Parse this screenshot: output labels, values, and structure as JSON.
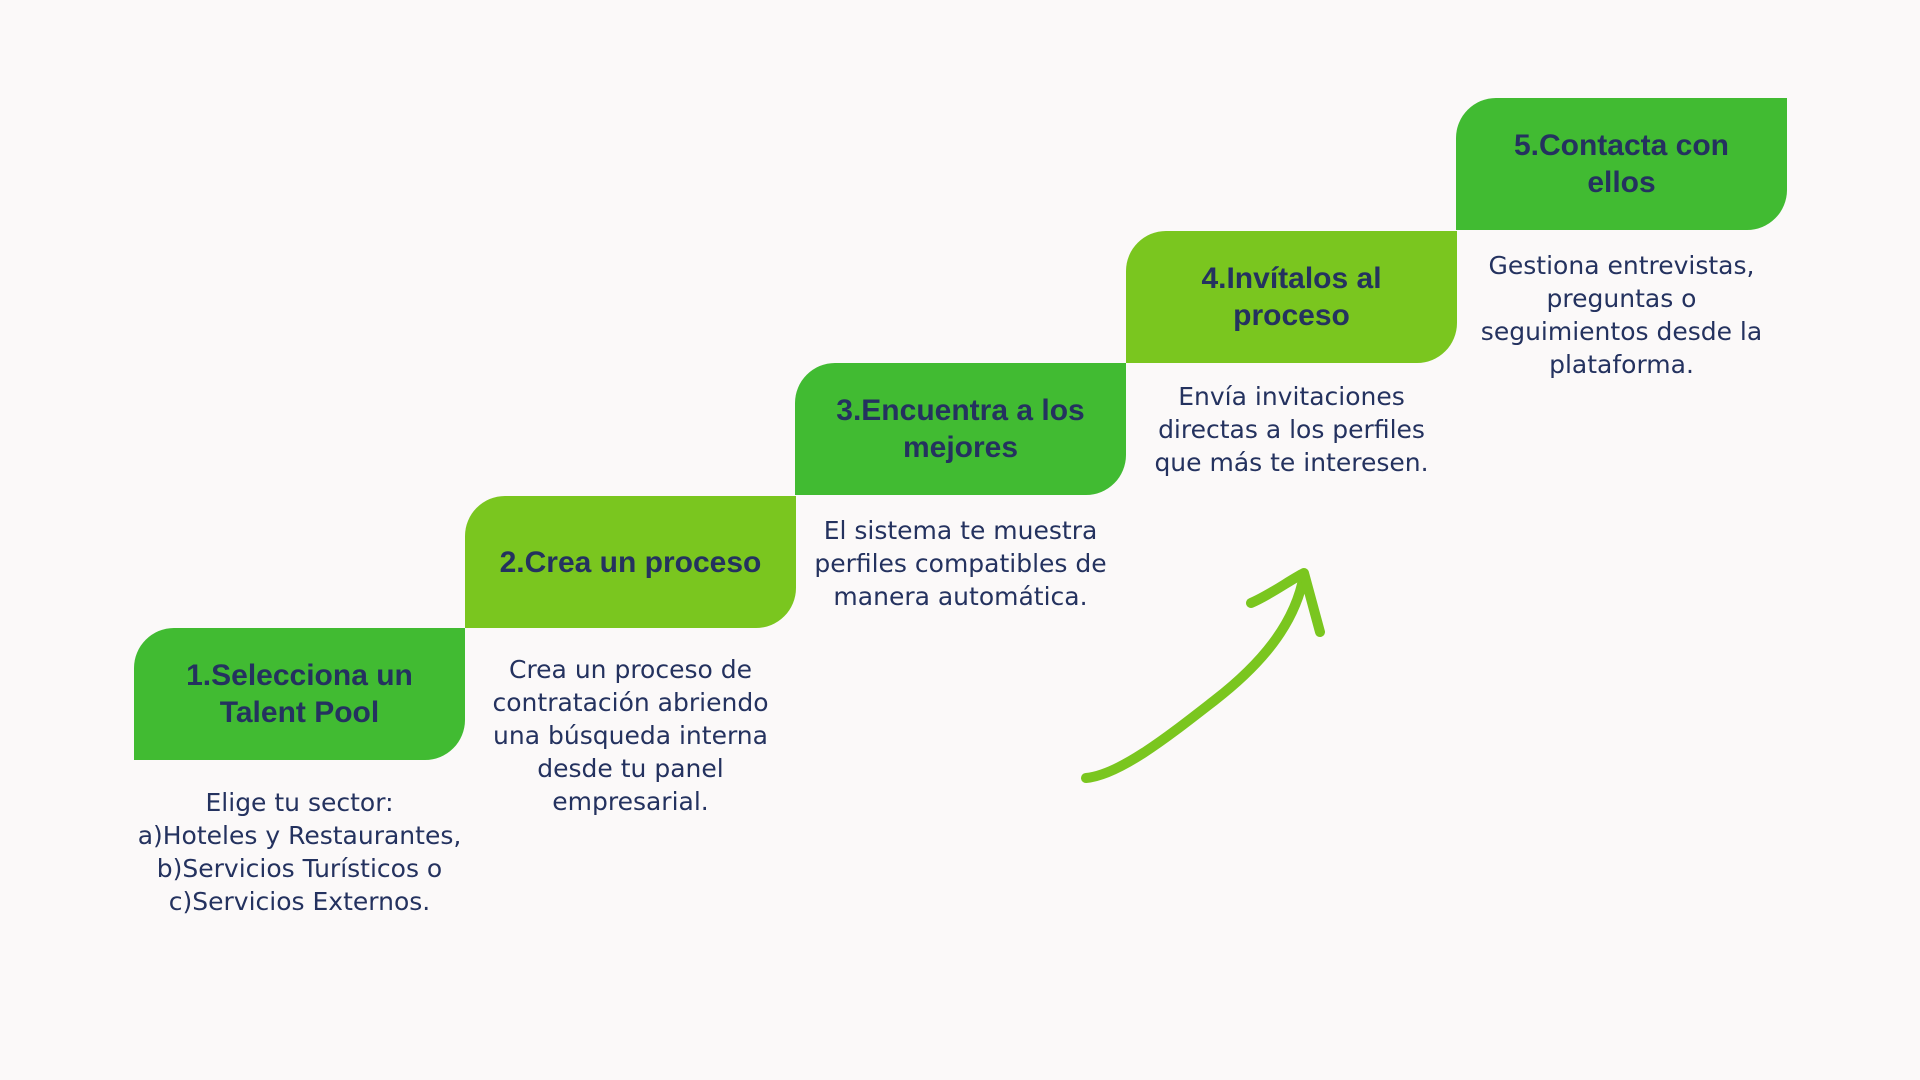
{
  "steps": [
    {
      "title": "1.Selecciona un Talent Pool",
      "description": "Elige tu sector:\na)Hoteles y Restaurantes,\nb)Servicios Turísticos o c)Servicios Externos."
    },
    {
      "title": "2.Crea un proceso",
      "description": "Crea un proceso de contratación abriendo una búsqueda interna desde tu panel empresarial."
    },
    {
      "title": "3.Encuentra a los mejores",
      "description": "El sistema te muestra perfiles compatibles de manera automática."
    },
    {
      "title": "4.Invítalos al proceso",
      "description": "Envía invitaciones directas a los perfiles que más te interesen."
    },
    {
      "title": "5.Contacta con ellos",
      "description": "Gestiona entrevistas, preguntas o seguimientos desde la plataforma."
    }
  ],
  "colors": {
    "dark_green": "#41bb32",
    "light_green": "#7ac61f",
    "text": "#24325f"
  }
}
